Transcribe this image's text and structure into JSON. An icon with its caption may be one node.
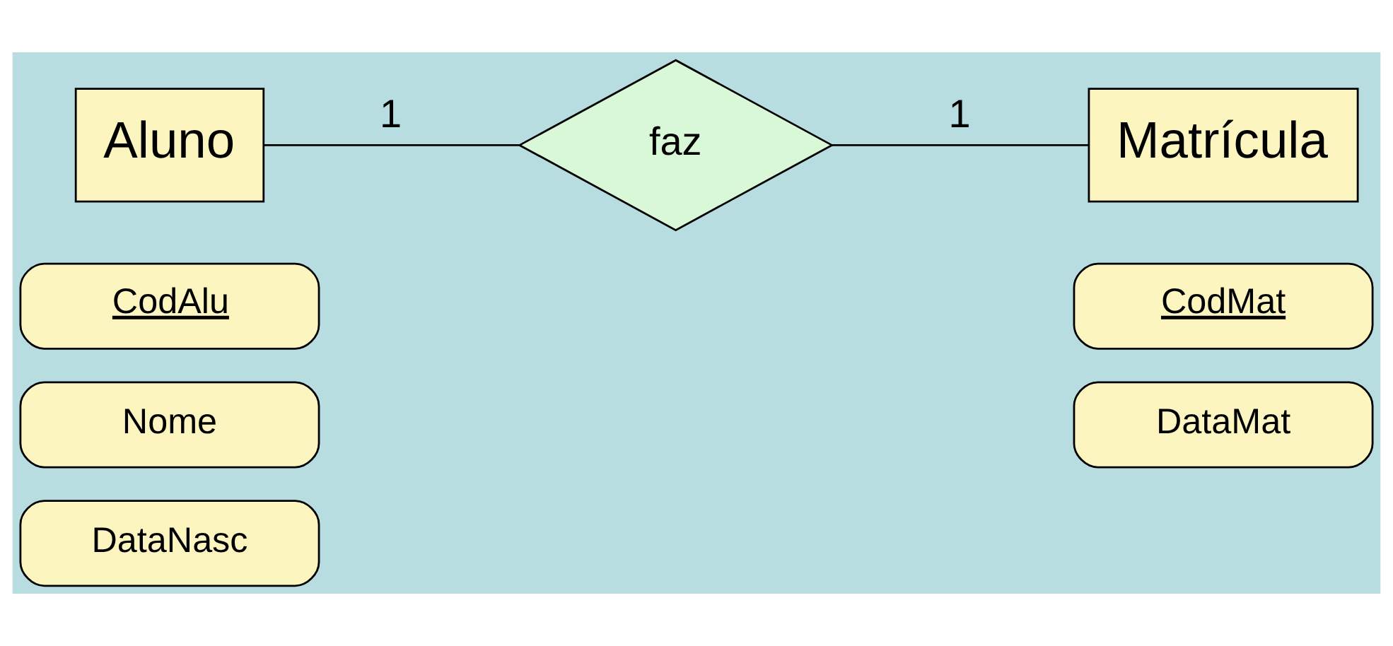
{
  "diagram": {
    "nodes": [
      {
        "text": [
          "Aluno"
        ]
      },
      {
        "text": [
          "faz"
        ]
      },
      {
        "text": [
          "Matrícula"
        ]
      },
      {
        "text": [
          "CodAlu"
        ]
      },
      {
        "text": [
          "Nome"
        ]
      },
      {
        "text": [
          "DataNasc"
        ]
      },
      {
        "text": [
          "CodMat"
        ]
      },
      {
        "text": [
          "DataMat"
        ]
      }
    ],
    "edges": [
      {
        "from": 0,
        "to": 1,
        "arrow": "none",
        "label": "1"
      },
      {
        "from": 1,
        "to": 2,
        "arrow": "none",
        "label": "1"
      }
    ]
  }
}
